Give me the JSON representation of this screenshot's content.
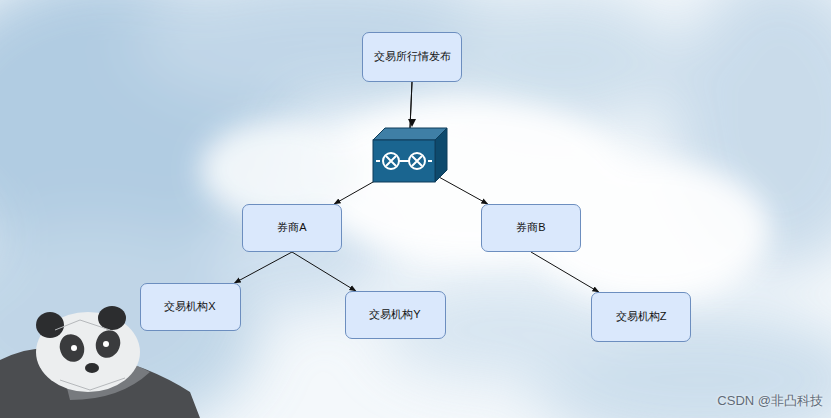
{
  "diagram": {
    "nodes": [
      {
        "text": [
          "交易所行情发布"
        ]
      },
      {
        "text": [
          "券商A"
        ]
      },
      {
        "text": [
          "券商B"
        ]
      },
      {
        "text": [
          "交易机构X"
        ]
      },
      {
        "text": [
          "交易机构Y"
        ]
      },
      {
        "text": [
          "交易机构Z"
        ]
      }
    ],
    "edges": [
      {
        "from": 0,
        "to": 1,
        "arrow": "to"
      },
      {
        "from": 0,
        "to": 2,
        "arrow": "to"
      },
      {
        "from": 1,
        "to": 3,
        "arrow": "to"
      },
      {
        "from": 1,
        "to": 4,
        "arrow": "to"
      },
      {
        "from": 2,
        "to": 5,
        "arrow": "to"
      }
    ],
    "labels": [
      "CSDN @非凸科技"
    ]
  }
}
